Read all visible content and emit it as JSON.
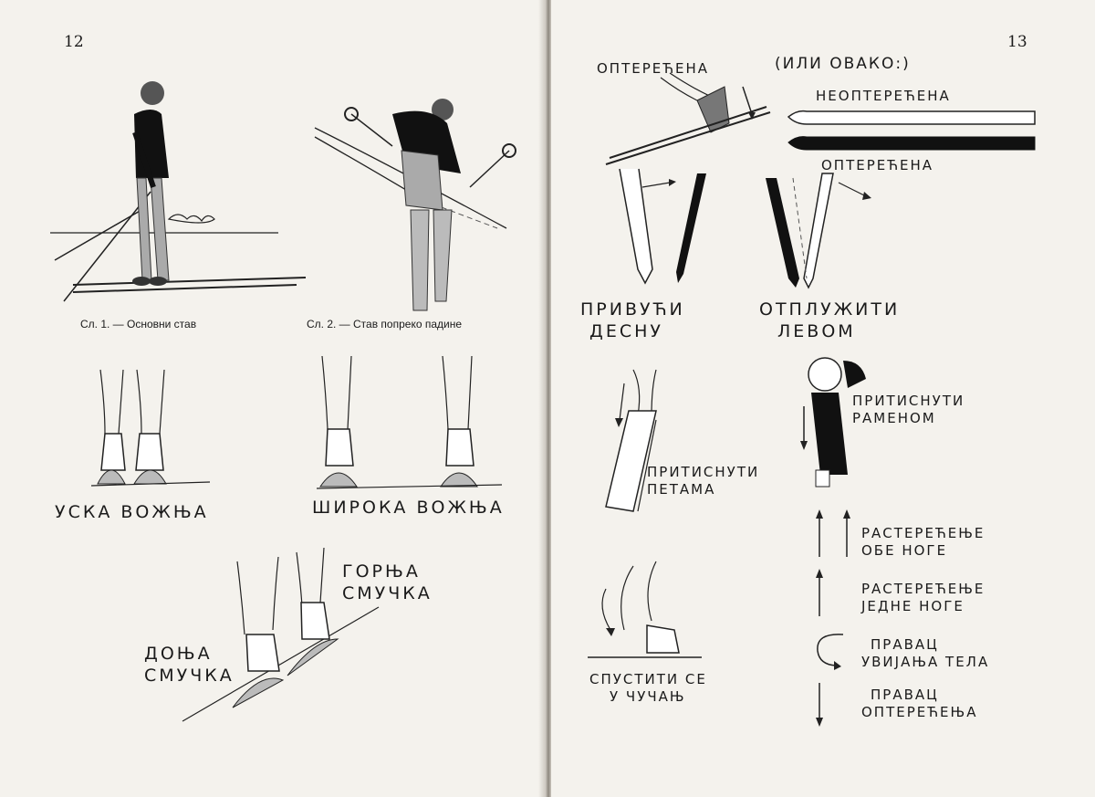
{
  "left_page": {
    "page_number": "12",
    "captions": {
      "fig1": "Сл. 1. — Основни став",
      "fig2": "Сл. 2. — Став попреко падине"
    },
    "labels": {
      "narrow": "УСКА ВОЖЊА",
      "wide": "ШИРОКА ВОЖЊА",
      "upper_ski_1": "ГОРЊА",
      "upper_ski_2": "СМУЧКА",
      "lower_ski_1": "ДОЊА",
      "lower_ski_2": "СМУЧКА"
    }
  },
  "right_page": {
    "page_number": "13",
    "labels": {
      "loaded": "ОПТЕРЕЋЕНА",
      "or_like_this": "(ИЛИ ОВАКО:)",
      "unloaded": "НЕОПТЕРЕЋЕНА",
      "loaded_2": "ОПТЕРЕЋЕНА",
      "pull_right_1": "ПРИВУЋИ",
      "pull_right_2": "ДЕСНУ",
      "push_left_1": "ОТПЛУЖИТИ",
      "push_left_2": "ЛЕВОМ",
      "press_heels_1": "ПРИТИСНУТИ",
      "press_heels_2": "ПЕТАМА",
      "press_shoulder_1": "ПРИТИСНУТИ",
      "press_shoulder_2": "РАМЕНОМ",
      "squat_1": "СПУСТИТИ СЕ",
      "squat_2": "У ЧУЧАЊ"
    },
    "legend": [
      {
        "line1": "РАСТЕРЕЋЕЊЕ",
        "line2": "ОБЕ НОГЕ"
      },
      {
        "line1": "РАСТЕРЕЋЕЊЕ",
        "line2": "ЈЕДНЕ НОГЕ"
      },
      {
        "line1": "ПРАВАЦ",
        "line2": "УВИЈАЊА ТЕЛА"
      },
      {
        "line1": "ПРАВАЦ",
        "line2": "ОПТЕРЕЋЕЊА"
      }
    ]
  }
}
